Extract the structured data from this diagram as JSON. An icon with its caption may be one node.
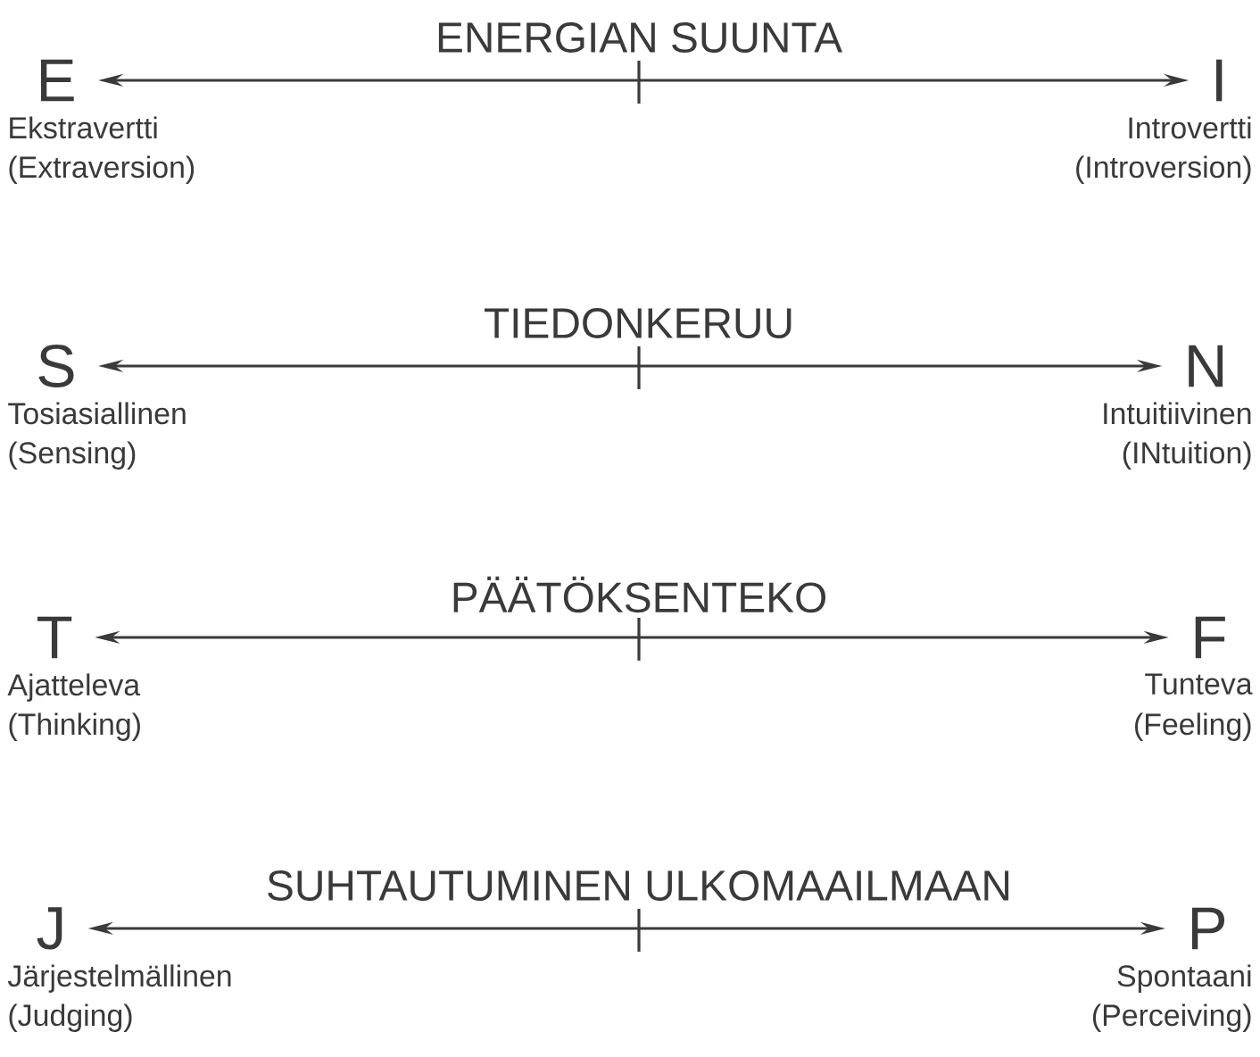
{
  "diagram": {
    "nodes": [
      {
        "text": [
          "E"
        ],
        "beside": [
          "Ekstravertti",
          "(Extraversion)"
        ]
      },
      {
        "text": [
          "I"
        ],
        "beside": [
          "Introvertti",
          "(Introversion)"
        ]
      },
      {
        "text": [
          "S"
        ],
        "beside": [
          "Tosiasiallinen",
          "(Sensing)"
        ]
      },
      {
        "text": [
          "N"
        ],
        "beside": [
          "Intuitiivinen",
          "(INtuition)"
        ]
      },
      {
        "text": [
          "T"
        ],
        "beside": [
          "Ajatteleva",
          "(Thinking)"
        ]
      },
      {
        "text": [
          "F"
        ],
        "beside": [
          "Tunteva",
          "(Feeling)"
        ]
      },
      {
        "text": [
          "J"
        ],
        "beside": [
          "Järjestelmällinen",
          "(Judging)"
        ]
      },
      {
        "text": [
          "P"
        ],
        "beside": [
          "Spontaani",
          "(Perceiving)"
        ]
      }
    ],
    "edges": [
      {
        "from": 0,
        "to": 1,
        "arrow": "both"
      },
      {
        "from": 2,
        "to": 3,
        "arrow": "both"
      },
      {
        "from": 4,
        "to": 5,
        "arrow": "both"
      },
      {
        "from": 6,
        "to": 7,
        "arrow": "both"
      }
    ],
    "labels": [
      "ENERGIAN SUUNTA",
      "TIEDONKERUU",
      "PÄÄTÖKSENTEKO",
      "SUHTAUTUMINEN ULKOMAAILMAAN"
    ]
  }
}
